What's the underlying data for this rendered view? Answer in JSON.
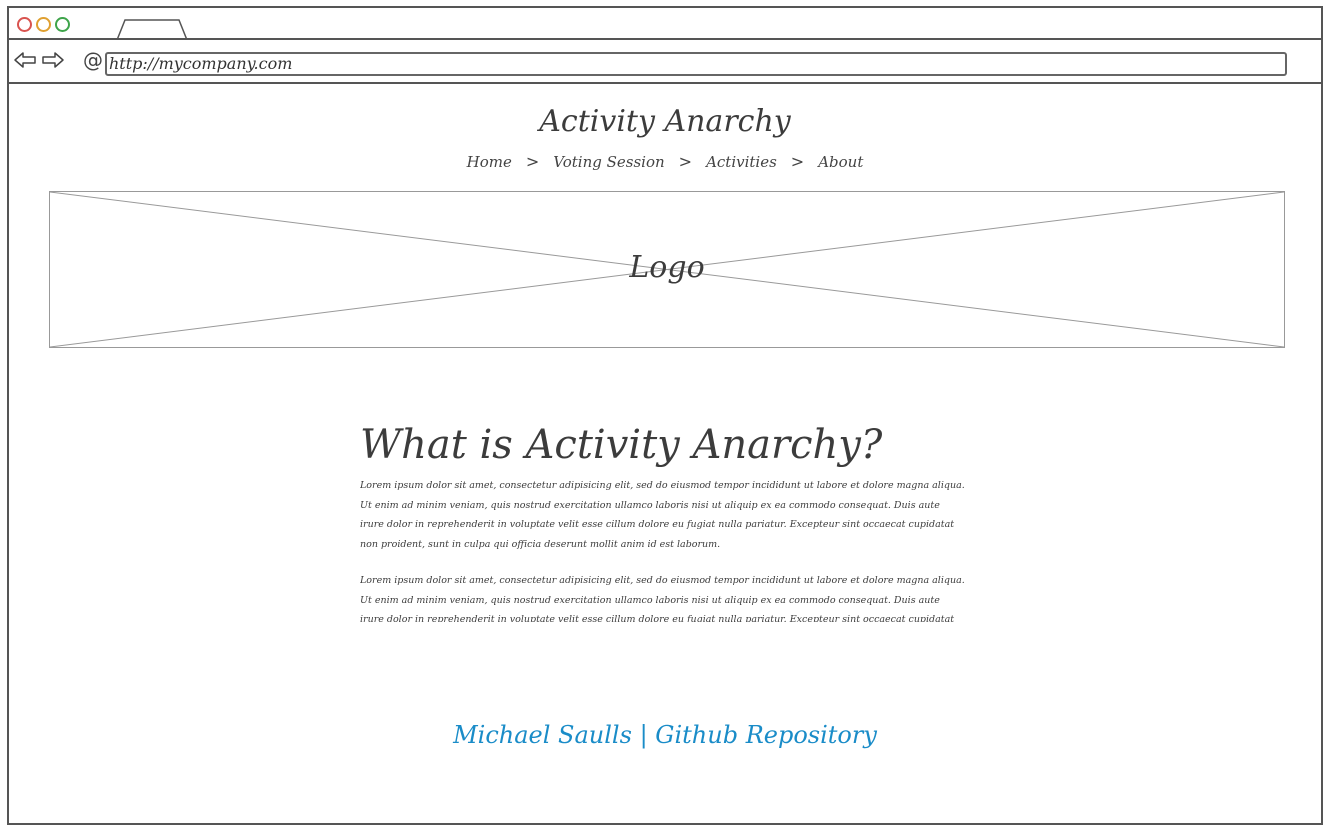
{
  "browser": {
    "url": "http://mycompany.com",
    "reload_glyph": "@"
  },
  "header": {
    "title": "Activity Anarchy",
    "breadcrumb": [
      {
        "label": "Home"
      },
      {
        "label": "Voting Session"
      },
      {
        "label": "Activities"
      },
      {
        "label": "About"
      }
    ],
    "separator": ">"
  },
  "logo": {
    "label": "Logo"
  },
  "main": {
    "heading": "What is Activity Anarchy?",
    "paragraphs": [
      "Lorem ipsum dolor sit amet, consectetur adipisicing elit, sed do eiusmod tempor incididunt ut labore et dolore magna aliqua. Ut enim ad minim veniam, quis nostrud exercitation ullamco laboris nisi ut aliquip ex ea commodo consequat. Duis aute irure dolor in reprehenderit in voluptate velit esse cillum dolore eu fugiat nulla pariatur. Excepteur sint occaecat cupidatat non proident, sunt in culpa qui officia deserunt mollit anim id est laborum.",
      "Lorem ipsum dolor sit amet, consectetur adipisicing elit, sed do eiusmod tempor incididunt ut labore et dolore magna aliqua. Ut enim ad minim veniam, quis nostrud exercitation ullamco laboris nisi ut aliquip ex ea commodo consequat. Duis aute irure dolor in reprehenderit in voluptate velit esse cillum dolore eu fugiat nulla pariatur. Excepteur sint occaecat cupidatat non"
    ]
  },
  "footer": {
    "author": "Michael Saulls",
    "divider": "|",
    "repo_link": "Github Repository",
    "link_color": "#1a8cc8"
  }
}
